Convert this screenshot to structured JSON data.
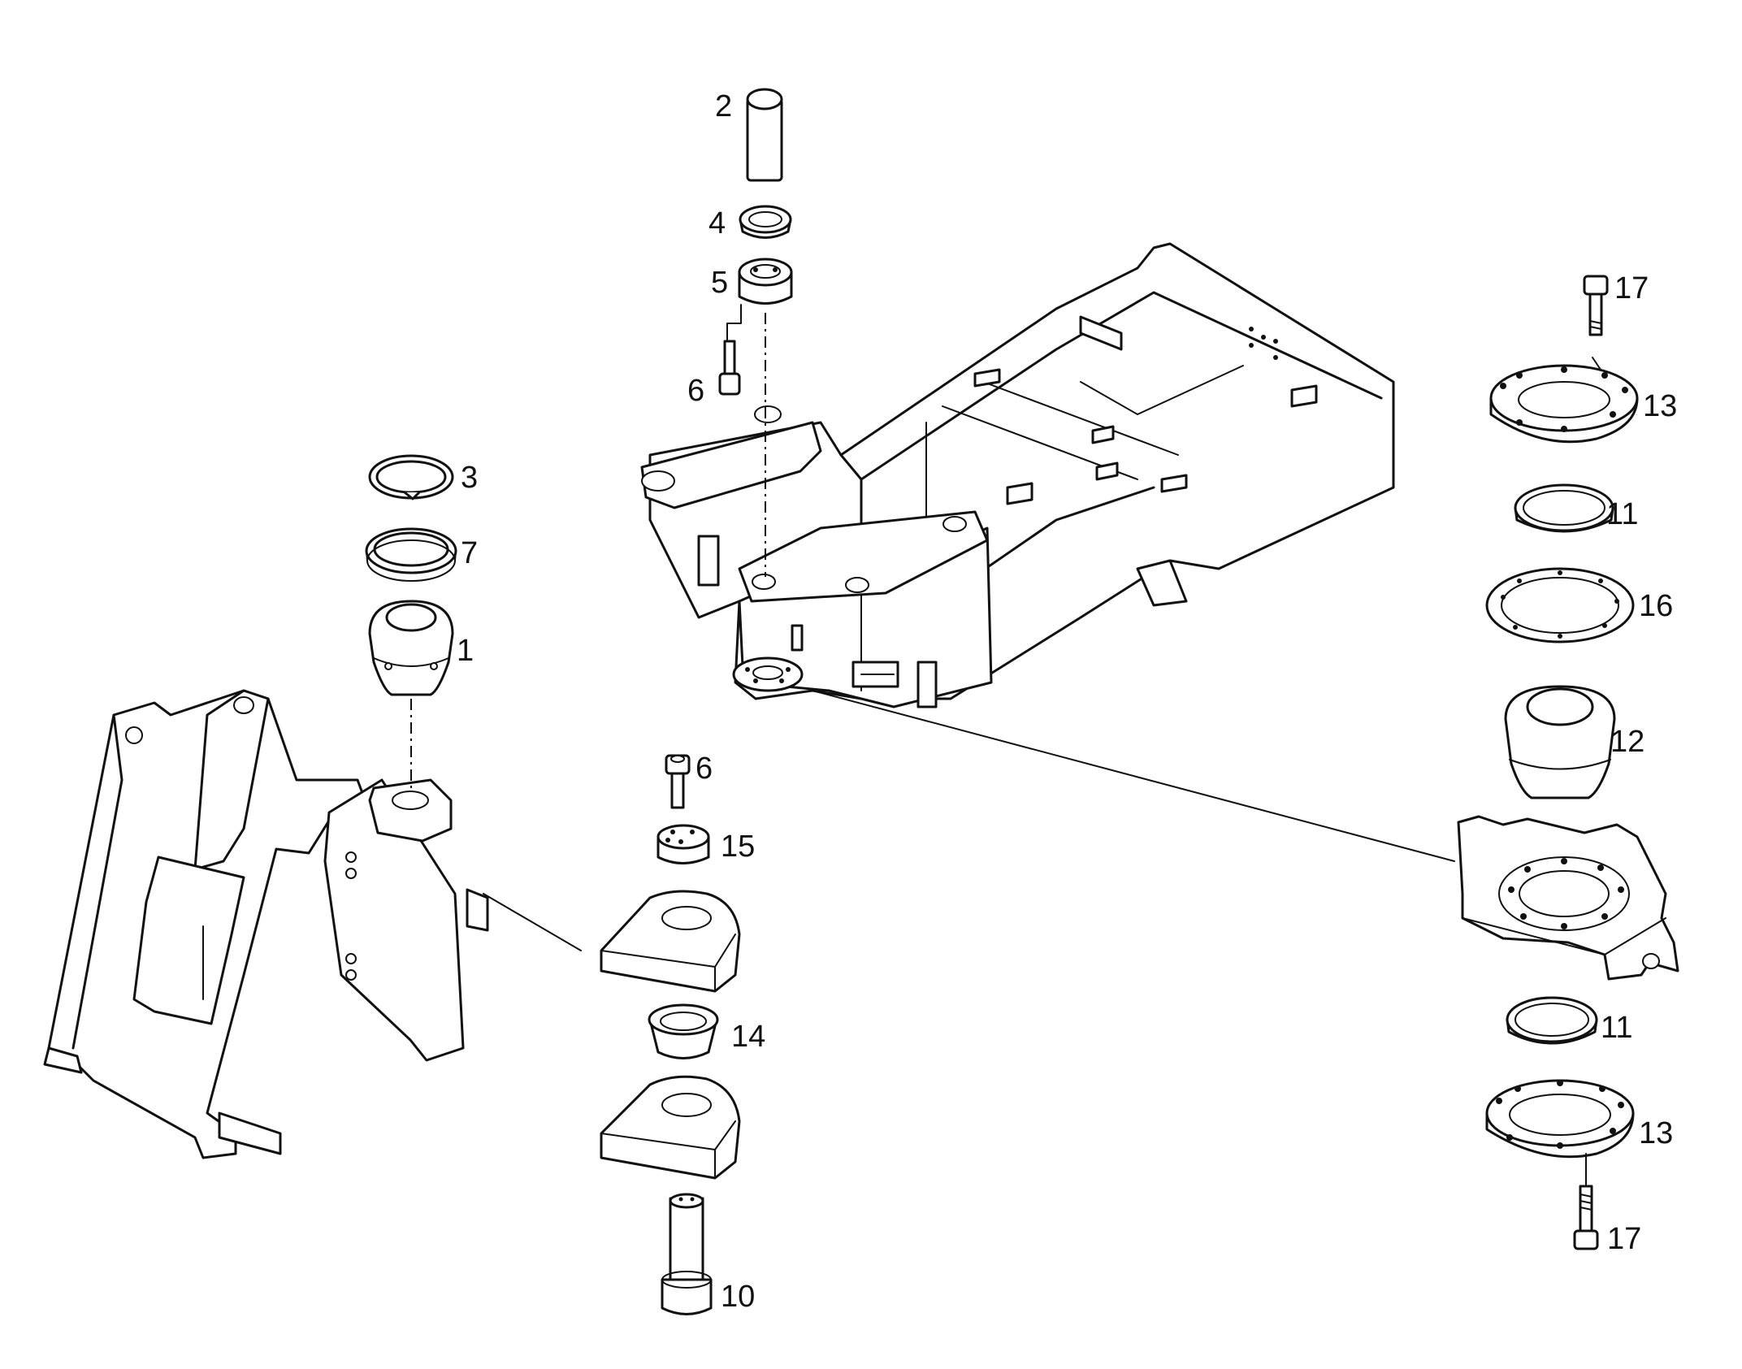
{
  "callouts": {
    "c1": "1",
    "c2": "2",
    "c3": "3",
    "c4": "4",
    "c5": "5",
    "c6a": "6",
    "c6b": "6",
    "c7": "7",
    "c10": "10",
    "c11a": "11",
    "c11b": "11",
    "c12": "12",
    "c13a": "13",
    "c13b": "13",
    "c14": "14",
    "c15": "15",
    "c16": "16",
    "c17a": "17",
    "c17b": "17"
  }
}
